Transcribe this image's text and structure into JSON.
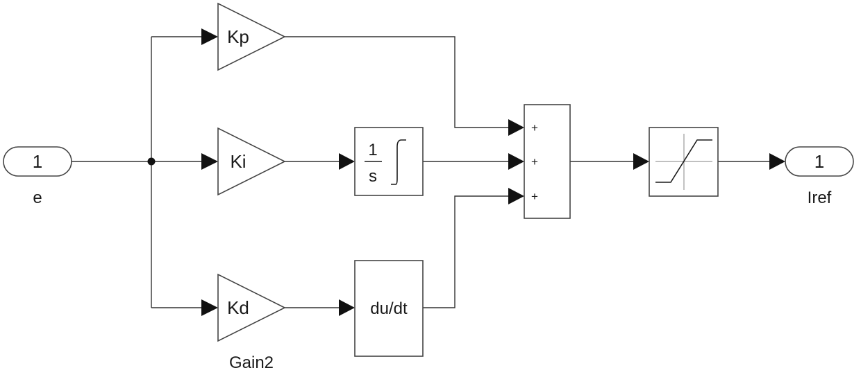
{
  "inport": {
    "number": "1",
    "name": "e"
  },
  "outport": {
    "number": "1",
    "name": "Iref"
  },
  "gains": {
    "proportional": {
      "label": "Kp"
    },
    "integral": {
      "label": "Ki"
    },
    "derivative": {
      "label": "Kd",
      "name": "Gain2"
    }
  },
  "integrator": {
    "numerator": "1",
    "denominator": "s"
  },
  "derivative_block": {
    "label": "du/dt"
  },
  "sum": {
    "signs": [
      "+",
      "+",
      "+"
    ]
  },
  "colors": {
    "line": "#333333",
    "block_border": "#444444",
    "arrow": "#111111",
    "saturation_axis": "#9a9a9a"
  }
}
